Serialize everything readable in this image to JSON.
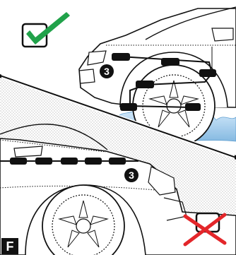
{
  "panel_label": "F",
  "correct": {
    "status": "correct",
    "status_icon": "checkmark-icon",
    "callout": "3",
    "accent": "#21a24a"
  },
  "incorrect": {
    "status": "incorrect",
    "status_icon": "cross-icon",
    "callout": "3",
    "accent": "#e3262a"
  },
  "colors": {
    "outline": "#111111",
    "splash": "#8fc3e6",
    "stipple": "#9a9a9a"
  }
}
